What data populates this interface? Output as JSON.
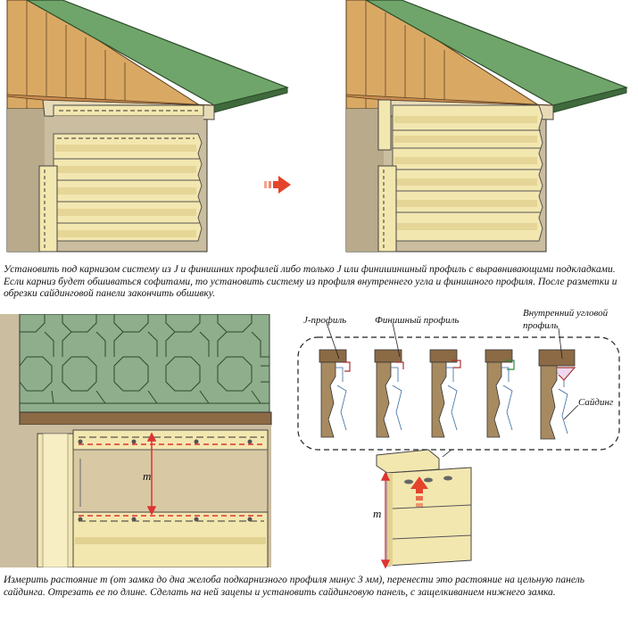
{
  "captions": {
    "step1": "Установить под карнизом систему из J и финишних профилей либо только J или финишиншный профиль с выравнивающими подкладками. Если карниз будет обшиваться софитами, то установить систему из профиля внутреннего угла и финишного профиля. После разметки и обрезки сайдинговой панели закончить обшивку.",
    "step2": "Измерить растояние т (от замка до дна желоба подкарнизного профиля минус 3 мм), перенести это растояние на цельную панель сайдинга. Отрезать ее по длине. Сделать на ней зацепы и установить сайдинговую панель, с защелкиванием нижнего замка."
  },
  "labels": {
    "j_profile": "J-профиль",
    "finish_profile": "Финишный профиль",
    "inner_corner": "Внутренний угловой",
    "inner_corner_2": "профиль",
    "siding": "Сайдинг",
    "measure_m": "m"
  },
  "colors": {
    "roof": "#6fa56a",
    "gable": "#d9a964",
    "wall": "#cbbd9f",
    "siding": "#f3e7b0",
    "soffit_shingle": "#8fae8c",
    "eave_brown": "#8b6a45",
    "arrow_red": "#e4432c"
  }
}
